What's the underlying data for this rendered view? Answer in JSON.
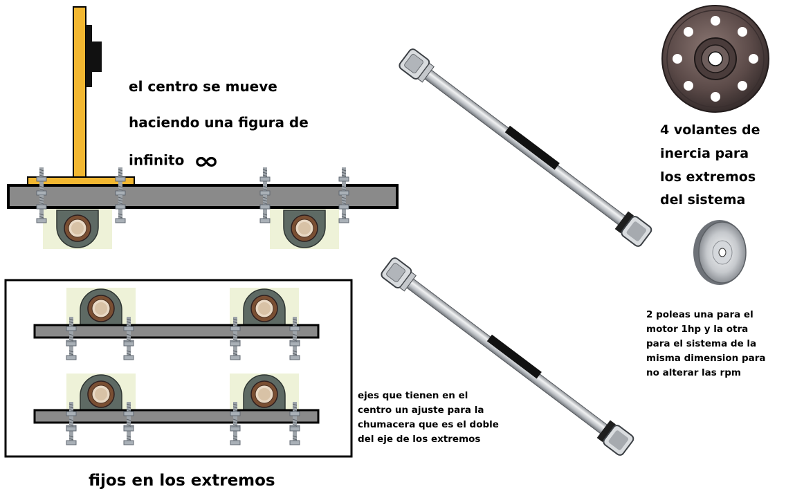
{
  "labels": {
    "center_line1": "el  centro se mueve",
    "center_line2": "haciendo una figura de",
    "center_line3": "infinito",
    "infinity_symbol": "∞",
    "volantes": "4 volantes de\ninercia para\nlos extremos\ndel sistema",
    "poleas": "2 poleas una para el\nmotor 1hp y la otra\npara el sistema de la\nmisma dimension para\nno alterar las rpm",
    "ejes": "ejes que tienen en el\ncentro un ajuste para la\nchumacera que es el doble\ndel eje de los extremos",
    "fijos": "fijos en los extremos"
  },
  "colors": {
    "beam_fill": "#8a8a8a",
    "beam_border": "#000000",
    "arm_yellow": "#f2b731",
    "bearing_bg": "#eef2d8",
    "bearing_housing": "#5e6a64",
    "bearing_ring": "#7a4f33",
    "shaft_steel": "#c9ccd0"
  },
  "icons": [
    "flywheel-icon",
    "pulley-icon",
    "shaft-icon",
    "pillow-block-bearing-icon",
    "bolt-icon"
  ]
}
